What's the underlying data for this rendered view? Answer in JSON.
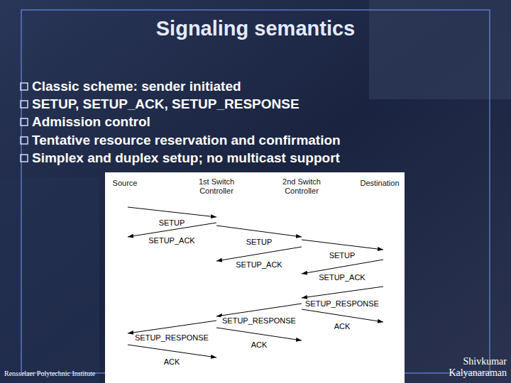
{
  "diagram": {
    "title": "Signaling semantics",
    "labels": [
      "Classic scheme: sender initiated",
      "SETUP, SETUP_ACK, SETUP_RESPONSE",
      "Admission control",
      "Tentative resource reservation and confirmation",
      "Simplex and duplex setup; no multicast support",
      "Source",
      "1st Switch Controller",
      "2nd Switch Controller",
      "Destination",
      "SETUP",
      "SETUP_ACK",
      "SETUP",
      "SETUP_ACK",
      "SETUP",
      "SETUP_ACK",
      "SETUP_RESPONSE",
      "ACK",
      "SETUP_RESPONSE",
      "ACK",
      "SETUP_RESPONSE",
      "ACK",
      "Rensselaer Polytechnic Institute",
      "Shivkumar Kalyanaraman"
    ]
  }
}
